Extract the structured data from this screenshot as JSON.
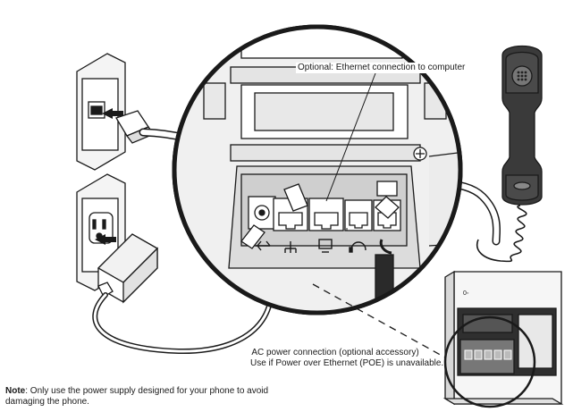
{
  "labels": {
    "ethernet_callout": "Optional: Ethernet connection to computer",
    "ac_callout_line1": "AC power connection (optional accessory)",
    "ac_callout_line2": "Use if Power over Ethernet (POE) is unavailable."
  },
  "note": {
    "prefix": "Note",
    "text": ": Only use the power supply designed for your phone to avoid damaging the phone."
  },
  "icons": [
    "wall-ethernet-jack-icon",
    "wall-power-outlet-icon",
    "power-adapter-icon",
    "phone-handset-icon",
    "usb-icon",
    "network-icon",
    "computer-icon",
    "headset-icon",
    "handset-icon"
  ],
  "colors": {
    "line": "#1a1a1a",
    "panel": "#e9e9e9",
    "dark": "#3a3a3a"
  }
}
